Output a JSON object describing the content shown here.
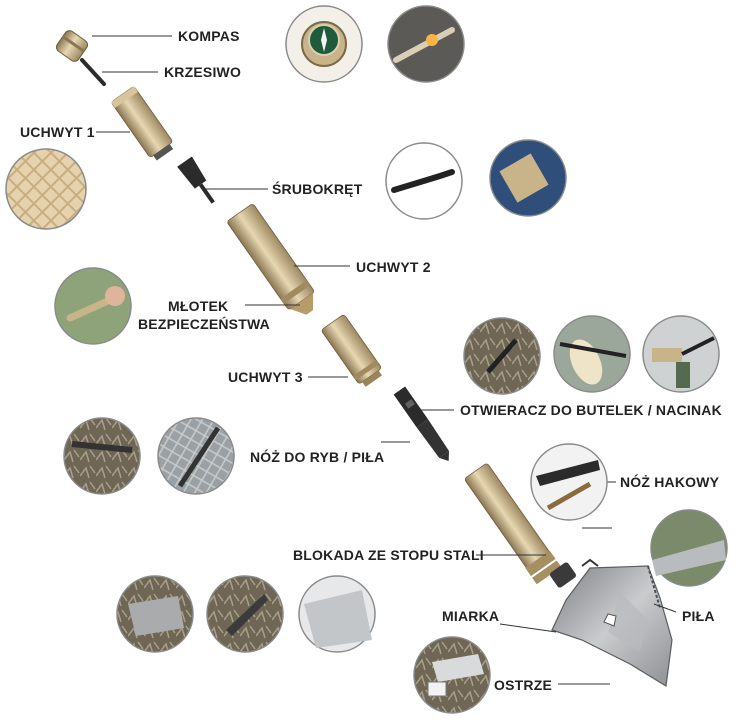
{
  "labels": {
    "kompas": "KOMPAS",
    "krzesiwo": "KRZESIWO",
    "uchwyt1": "UCHWYT 1",
    "srubokret": "ŚRUBOKRĘT",
    "uchwyt2": "UCHWYT 2",
    "mlotek_line1": "MŁOTEK",
    "mlotek_line2": "BEZPIECZEŃSTWA",
    "uchwyt3": "UCHWYT 3",
    "otwieracz": "OTWIERACZ DO BUTELEK / NACINAK",
    "noz_do_ryb": "NÓŻ DO RYB / PIŁA",
    "noz_hakowy": "NÓŻ HAKOWY",
    "blokada": "BLOKADA ZE STOPU STALI",
    "miarka": "MIARKA",
    "pila": "PIŁA",
    "ostrze": "OSTRZE"
  },
  "colors": {
    "brass": "#c9b48a",
    "black_steel": "#2a2a2a",
    "blade": "#a9abad",
    "leader": "#333333",
    "label_text": "#222222",
    "circle_border": "#8a8a8a"
  },
  "icons": [
    "compass-icon",
    "screwdriver-bit-icon",
    "knurled-grip-icon"
  ]
}
